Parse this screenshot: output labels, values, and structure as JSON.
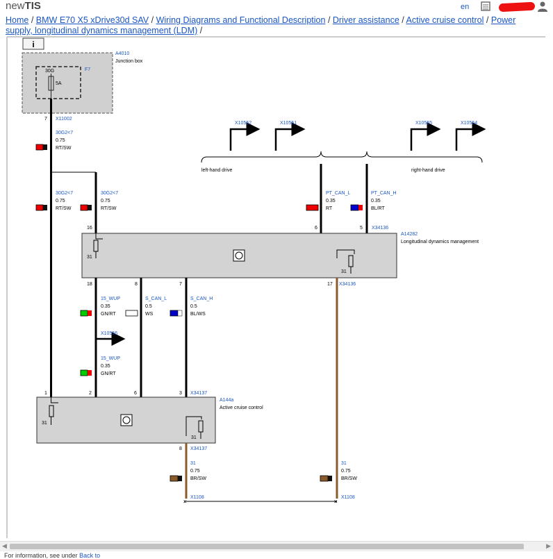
{
  "app": {
    "logo_prefix": "new",
    "logo_main": "TIS",
    "language": "en"
  },
  "header_icons": [
    "printer-icon",
    "user-icon"
  ],
  "breadcrumb": {
    "home": "Home",
    "sep": "/",
    "items": [
      "BMW E70 X5 xDrive30d SAV",
      "Wiring Diagrams and Functional Description",
      "Driver assistance",
      "Active cruise control",
      "Power supply, longitudinal dynamics management (LDM)"
    ]
  },
  "diagram": {
    "info_button_icon": "info-icon",
    "junction_box": {
      "id": "A4010",
      "name": "Junction box",
      "fuse": "F7",
      "terminal": "30G",
      "rating": "5A",
      "pin": "7",
      "connector": "X11002"
    },
    "wires": {
      "w1": {
        "signal": "30G2<7",
        "gauge": "0.75",
        "color": "RT/SW"
      },
      "w2": {
        "signal": "30G2<7",
        "gauge": "0.75",
        "color": "RT/SW"
      },
      "w3": {
        "signal": "30G2<7",
        "gauge": "0.75",
        "color": "RT/SW"
      },
      "pt_can_l": {
        "signal": "PT_CAN_L",
        "gauge": "0.35",
        "color": "RT"
      },
      "pt_can_h": {
        "signal": "PT_CAN_H",
        "gauge": "0.35",
        "color": "BL/RT"
      },
      "wup1": {
        "signal": "15_WUP",
        "gauge": "0.35",
        "color": "GN/RT"
      },
      "wup2": {
        "signal": "15_WUP",
        "gauge": "0.35",
        "color": "GN/RT"
      },
      "s_can_l": {
        "signal": "S_CAN_L",
        "gauge": "0.5",
        "color": "WS"
      },
      "s_can_h": {
        "signal": "S_CAN_H",
        "gauge": "0.5",
        "color": "BL/WS"
      },
      "gnd1": {
        "signal": "31",
        "gauge": "0.75",
        "color": "BR/SW"
      },
      "gnd2": {
        "signal": "31",
        "gauge": "0.75",
        "color": "BR/SW"
      }
    },
    "connectors_top": [
      "X10552",
      "X10551",
      "X10555",
      "X10554"
    ],
    "left_hand_drive": "left-hand drive",
    "right_hand_drive": "right-hand drive",
    "ldm": {
      "id": "A14282",
      "name": "Longitudinal dynamics management",
      "connector": "X34136",
      "pins_top": [
        "16",
        "6",
        "5"
      ],
      "pins_bottom": [
        "18",
        "8",
        "7",
        "17"
      ],
      "ground": "31"
    },
    "acc": {
      "id": "A144a",
      "name": "Active cruise control",
      "connector": "X34137",
      "pins_top": [
        "1",
        "2",
        "6",
        "3"
      ],
      "pin_bottom": "8",
      "ground": "31"
    },
    "x10556": "X10556",
    "ground_point": "X1108"
  },
  "footer": {
    "text": "For information, see under",
    "link": "Back to"
  }
}
